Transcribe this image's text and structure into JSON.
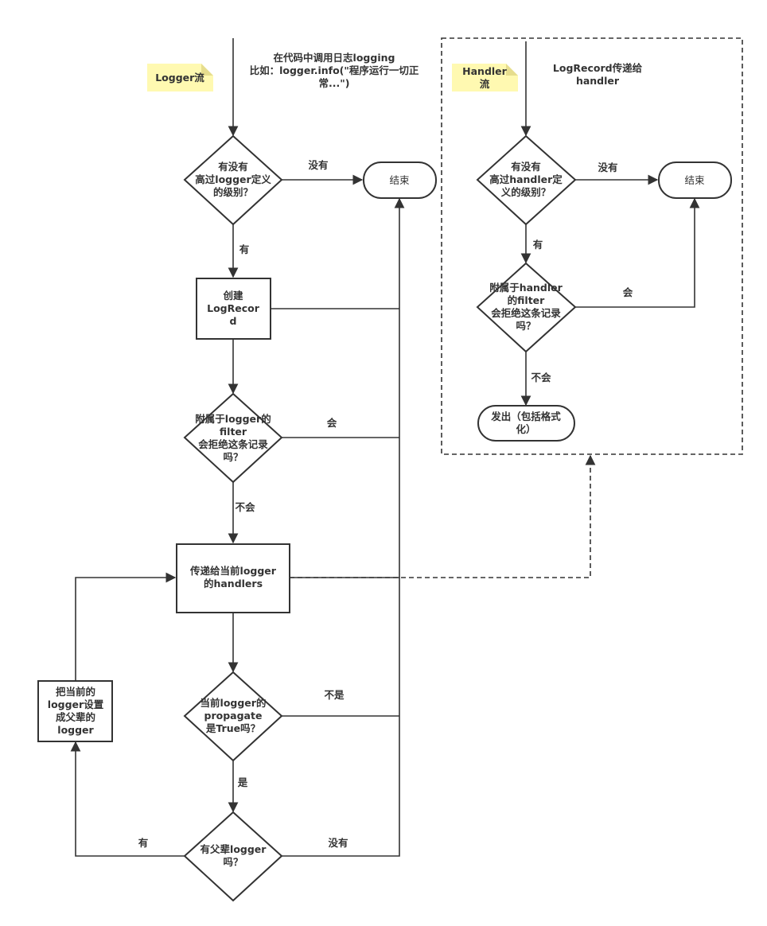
{
  "notes": {
    "logger_flow": "Logger流",
    "handler_flow": [
      "Handler",
      "流"
    ]
  },
  "logger": {
    "entry_text": [
      "在代码中调用日志logging",
      "比如：logger.info(\"程序运行一切正",
      "常...\")"
    ],
    "level_check": [
      "有没有",
      "高过logger定义",
      "的级别？"
    ],
    "end": "结束",
    "create_record": [
      "创建",
      "LogRecor",
      "d"
    ],
    "filter_check": [
      "附属于logger的",
      "filter",
      "会拒绝这条记录",
      "吗？"
    ],
    "pass_handlers": [
      "传递给当前logger",
      "的handlers"
    ],
    "propagate_check": [
      "当前logger的",
      "propagate",
      "是True吗？"
    ],
    "parent_check": [
      "有父辈logger",
      "吗？"
    ],
    "set_parent": [
      "把当前的",
      "logger设置",
      "成父辈的",
      "logger"
    ]
  },
  "handler": {
    "entry_text": [
      "LogRecord传递给",
      "handler"
    ],
    "level_check": [
      "有没有",
      "高过handler定",
      "义的级别？"
    ],
    "end": "结束",
    "filter_check": [
      "附属于handler",
      "的filter",
      "会拒绝这条记录",
      "吗？"
    ],
    "emit": [
      "发出（包括格式",
      "化）"
    ]
  },
  "edge_labels": {
    "logger_level_no": "没有",
    "logger_level_yes": "有",
    "logger_filter_yes": "会",
    "logger_filter_no": "不会",
    "propagate_no": "不是",
    "propagate_yes": "是",
    "parent_yes": "有",
    "parent_no": "没有",
    "handler_level_no": "没有",
    "handler_level_yes": "有",
    "handler_filter_yes": "会",
    "handler_filter_no": "不会"
  }
}
